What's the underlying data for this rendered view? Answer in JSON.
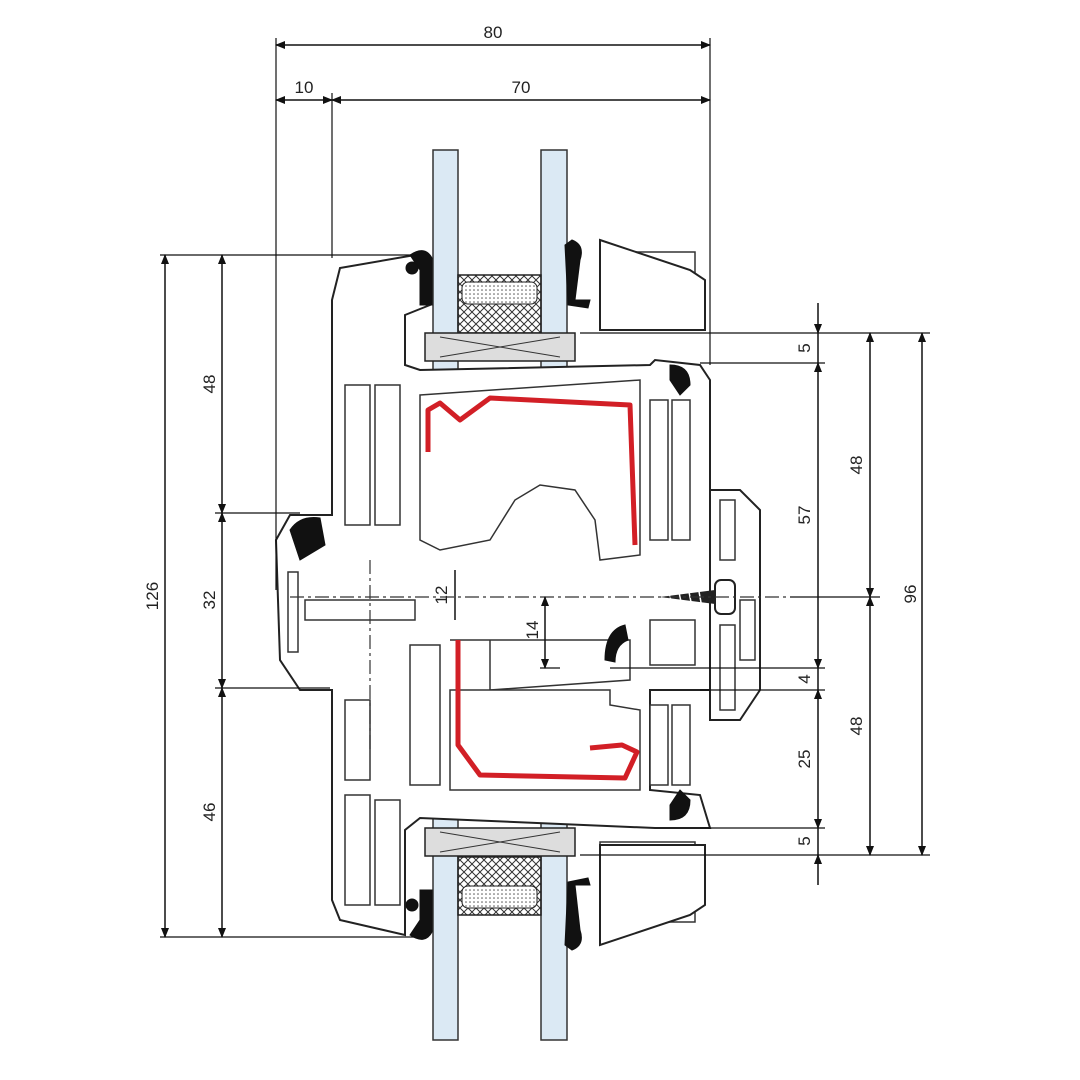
{
  "title": "Window profile cross-section",
  "colors": {
    "reinforcement": "#d21f26",
    "glass": "#dbe9f4",
    "line": "#111111"
  },
  "dimensions": {
    "top_total": "80",
    "top_left": "10",
    "top_right": "70",
    "left_total": "126",
    "left_upper": "48",
    "left_middle": "32",
    "left_lower": "46",
    "center_gap": "12",
    "center_offset": "14",
    "right_chain_top": "5",
    "right_chain_upper": "57",
    "right_chain_mid": "4",
    "right_chain_lower": "25",
    "right_chain_bottom": "5",
    "right_half_upper": "48",
    "right_half_lower": "48",
    "right_total": "96"
  }
}
